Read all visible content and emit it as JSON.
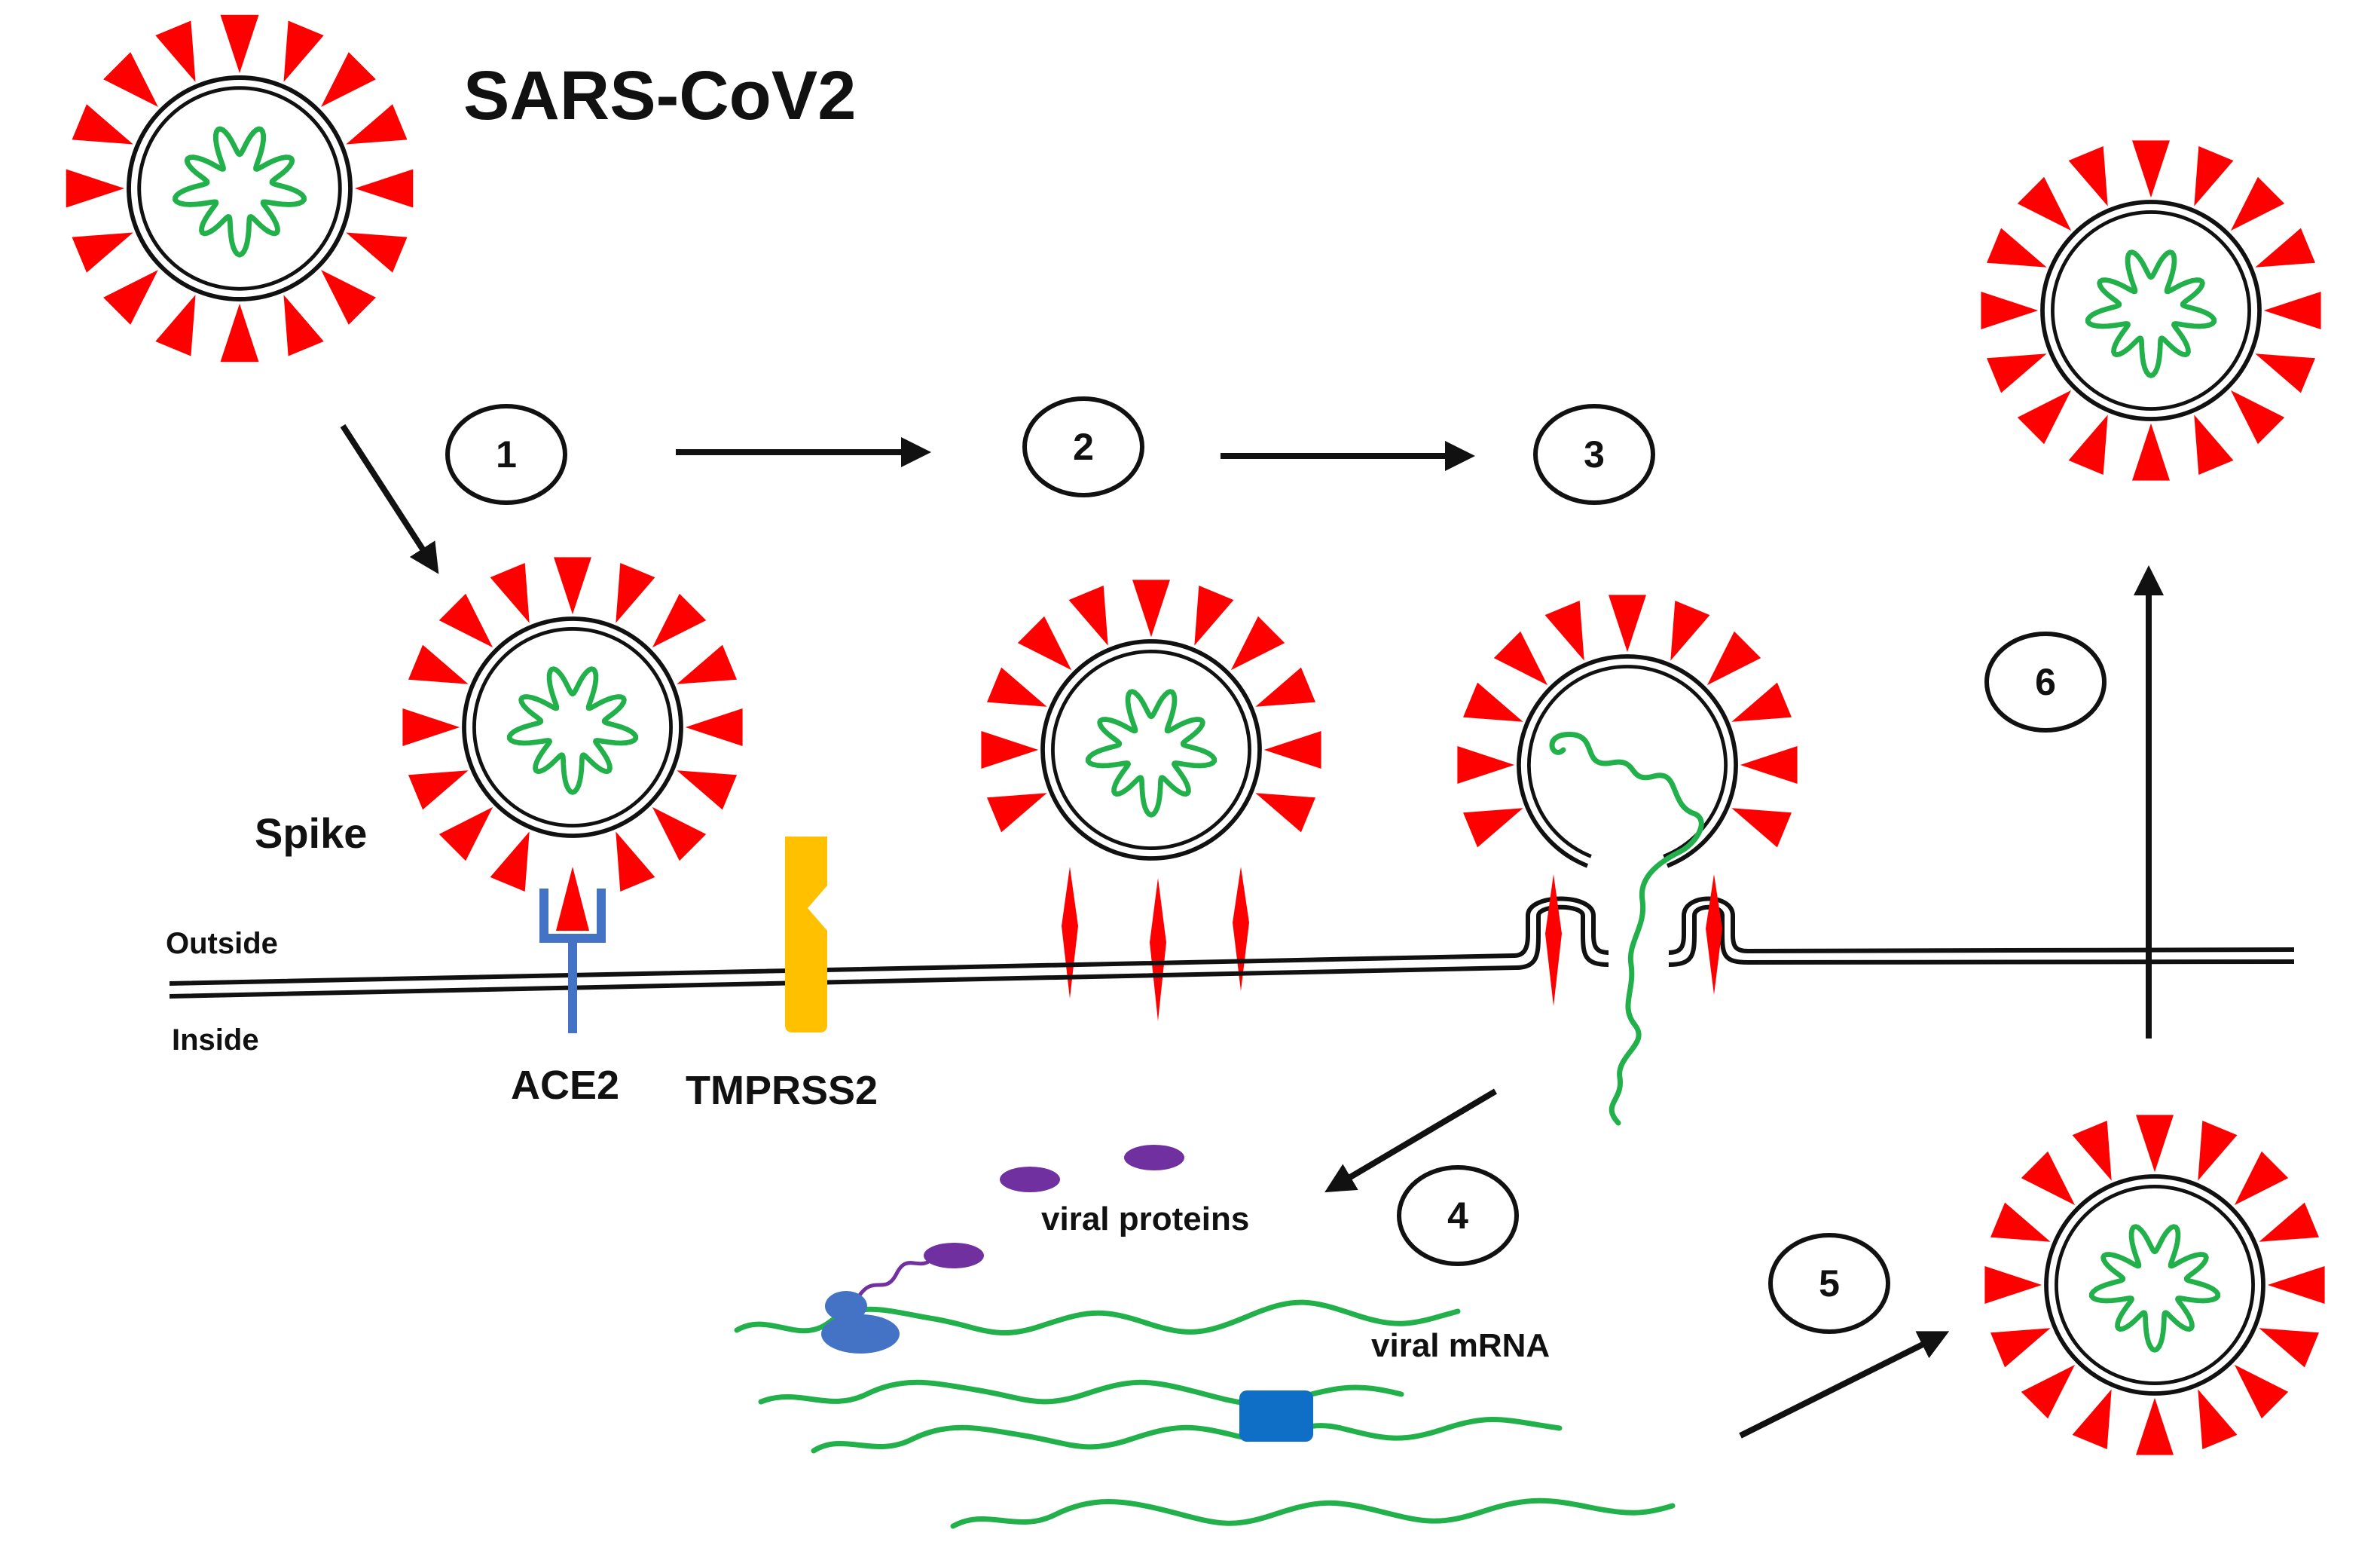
{
  "title": "SARS-CoV2",
  "labels": {
    "spike": "Spike",
    "outside": "Outside",
    "inside": "Inside",
    "ace2": "ACE2",
    "tmprss2": "TMPRSS2",
    "viral_proteins": "viral proteins",
    "viral_mrna": "viral mRNA"
  },
  "steps": [
    "1",
    "2",
    "3",
    "4",
    "5",
    "6"
  ],
  "colors": {
    "spike": "#ff0000",
    "rna": "#22b04b",
    "ace2": "#4472c4",
    "tmprss2": "#ffc000",
    "protein": "#7030a0",
    "ribosome": "#4472c4",
    "complex": "#0f6fc6",
    "line": "#111111"
  }
}
